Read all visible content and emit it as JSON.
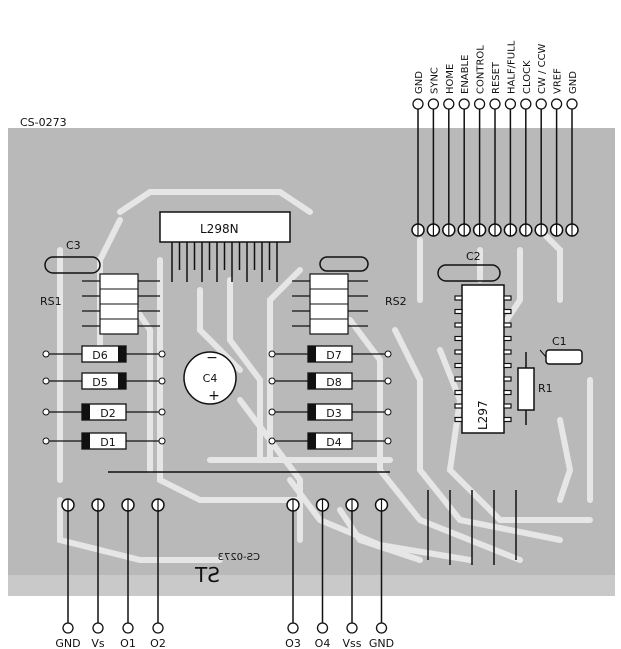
{
  "board_code": "CS-0273",
  "mirrored_code": "CS-0273",
  "mirrored_letters": "ST",
  "top_connector": [
    "GND",
    "SYNC",
    "HOME",
    "ENABLE",
    "CONTROL",
    "RESET",
    "HALF/FULL",
    "CLOCK",
    "CW / CCW",
    "VREF",
    "GND"
  ],
  "bottom_left": [
    "GND",
    "Vs",
    "O1",
    "O2"
  ],
  "bottom_right": [
    "O3",
    "O4",
    "Vss",
    "GND"
  ],
  "ic_main": "L298N",
  "ic_secondary": "L297",
  "diodes_left": [
    "D6",
    "D5",
    "D2",
    "D1"
  ],
  "diodes_right": [
    "D7",
    "D8",
    "D3",
    "D4"
  ],
  "capacitors": {
    "c1": "C1",
    "c2": "C2",
    "c3": "C3",
    "c4": "C4"
  },
  "resistors": {
    "r1": "R1",
    "rs1": "RS1",
    "rs2": "RS2"
  },
  "c4_signs": {
    "minus": "−",
    "plus": "+"
  },
  "colors": {
    "board": "#b9b9b9",
    "trace": "#e6e6e6",
    "ink": "#111111"
  }
}
